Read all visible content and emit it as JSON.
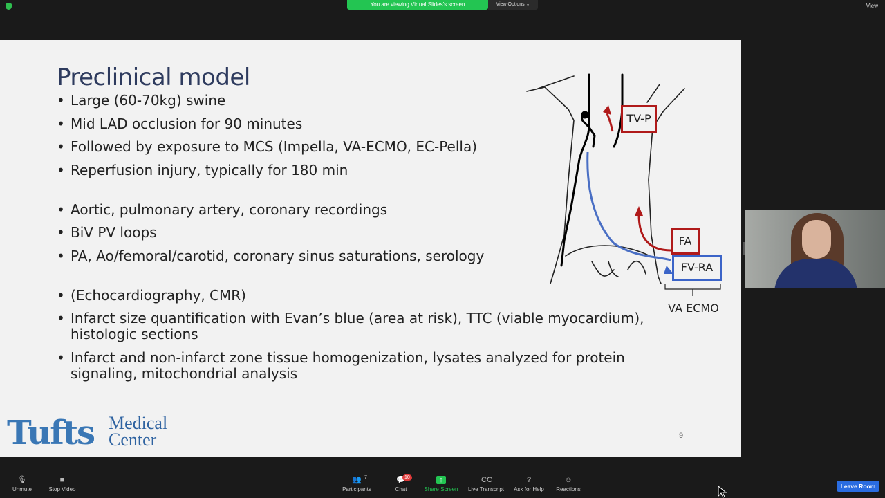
{
  "top": {
    "share_banner": "You are viewing Virtual Slides's screen",
    "view_options": "View Options ⌄",
    "view": "View"
  },
  "slide": {
    "title": "Preclinical model",
    "bullets": [
      "Large (60-70kg) swine",
      "Mid LAD occlusion for 90 minutes",
      "Followed by exposure to MCS (Impella, VA-ECMO, EC-Pella)",
      "Reperfusion injury, typically for 180 min",
      "Aortic, pulmonary artery, coronary recordings",
      "BiV PV loops",
      "PA, Ao/femoral/carotid, coronary sinus saturations, serology",
      "(Echocardiography, CMR)",
      "Infarct size quantification with Evan’s blue (area at risk), TTC (viable myocardium), histologic sections",
      "Infarct and non-infarct zone tissue homogenization, lysates analyzed for protein signaling, mitochondrial analysis"
    ],
    "diagram": {
      "tvp": "TV-P",
      "fa": "FA",
      "fvra": "FV-RA",
      "va_ecmo": "VA ECMO"
    },
    "logo": {
      "line1": "Tufts",
      "line2": "Medical",
      "line3": "Center"
    },
    "page_number": "9",
    "colors": {
      "title": "#2e3b5e",
      "red": "#b01a1a",
      "blue": "#3b64c8"
    }
  },
  "toolbar": {
    "unmute": "Unmute",
    "stop_video": "Stop Video",
    "participants": "Participants",
    "participants_count": "7",
    "chat": "Chat",
    "chat_badge": "10",
    "share_screen": "Share Screen",
    "live_transcript": "Live Transcript",
    "ask_for_help": "Ask for Help",
    "reactions": "Reactions",
    "leave": "Leave Room"
  }
}
